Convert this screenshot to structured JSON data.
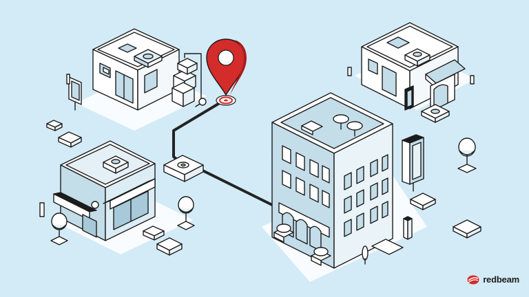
{
  "brand": {
    "name": "redbeam",
    "accent": "#d42b2b"
  },
  "palette": {
    "background": "#d3ebf7",
    "building_fill": "#ffffff",
    "glass_fill": "#c3dde9",
    "outline": "#1c1c1c",
    "route": "#232323",
    "pin": "#d42b2b"
  },
  "icons": [
    "location-pin-icon",
    "hand-truck-icon",
    "office-building",
    "warehouse-building",
    "storefront-building",
    "shop-building",
    "tree-icon",
    "signboard-icon",
    "delivery-box-icon",
    "route-path"
  ]
}
